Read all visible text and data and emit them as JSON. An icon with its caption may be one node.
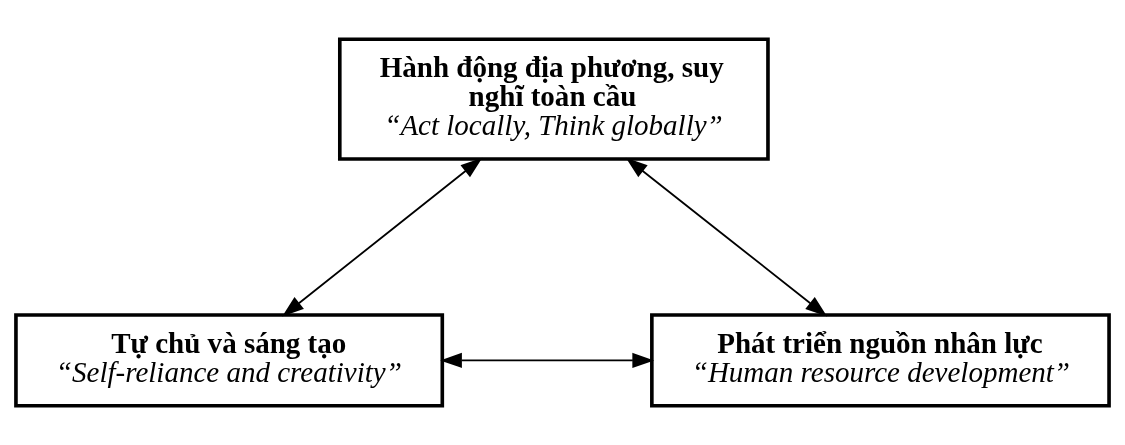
{
  "diagram": {
    "nodes": [
      {
        "text": [
          "Hành động địa phương, suy nghĩ toàn cầu",
          "“Act locally, Think globally”"
        ]
      },
      {
        "text": [
          "Tự chủ và sáng tạo",
          "“Self-reliance and creativity”"
        ]
      },
      {
        "text": [
          "Phát triển nguồn nhân lực",
          "“Human resource development”"
        ]
      }
    ],
    "edges": [
      {
        "from": 0,
        "to": 1,
        "arrow": "both"
      },
      {
        "from": 0,
        "to": 2,
        "arrow": "both"
      },
      {
        "from": 1,
        "to": 2,
        "arrow": "both"
      }
    ]
  }
}
